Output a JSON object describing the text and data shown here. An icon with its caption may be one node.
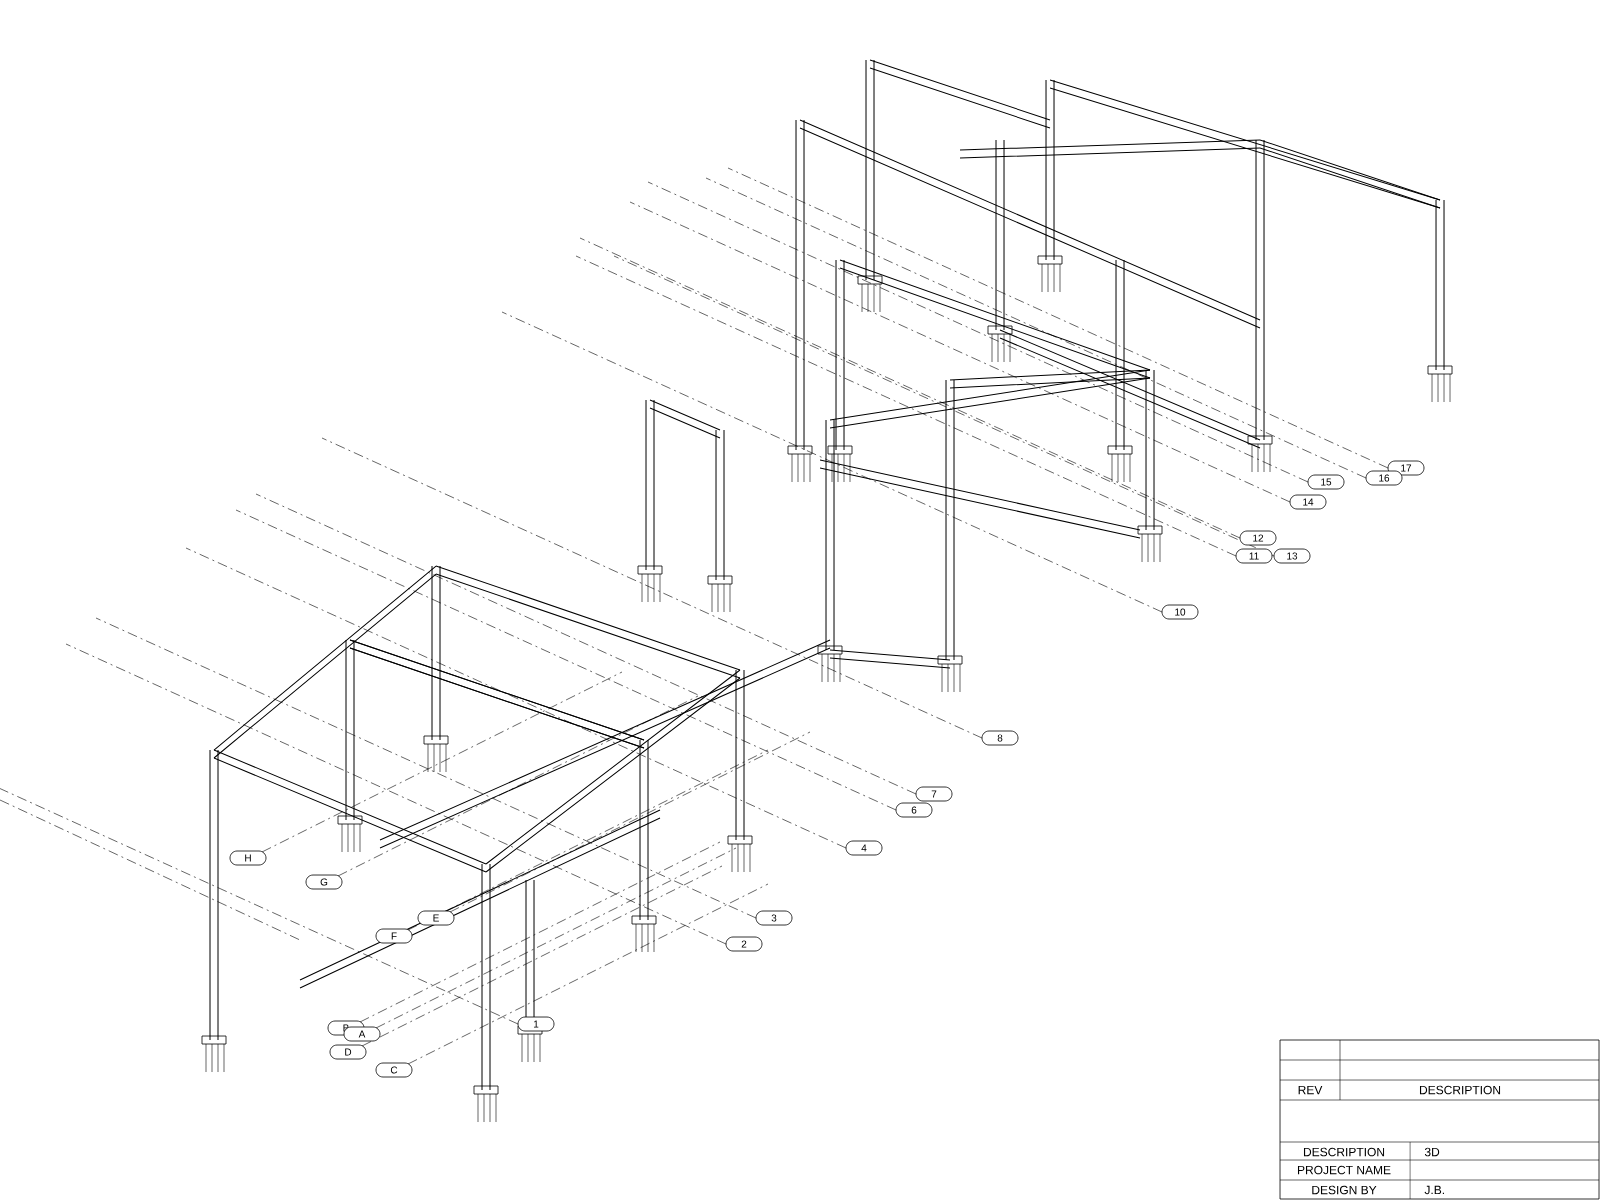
{
  "diagram": {
    "labels": [
      "17",
      "16",
      "15",
      "14",
      "12",
      "11",
      "13",
      "10",
      "8",
      "7",
      "6",
      "4",
      "H",
      "3",
      "G",
      "2",
      "E",
      "F",
      "B",
      "A",
      "1",
      "D",
      "C",
      "REV",
      "DESCRIPTION",
      "DESCRIPTION",
      "3D",
      "PROJECT NAME",
      "DESIGN BY",
      "J.B."
    ]
  }
}
